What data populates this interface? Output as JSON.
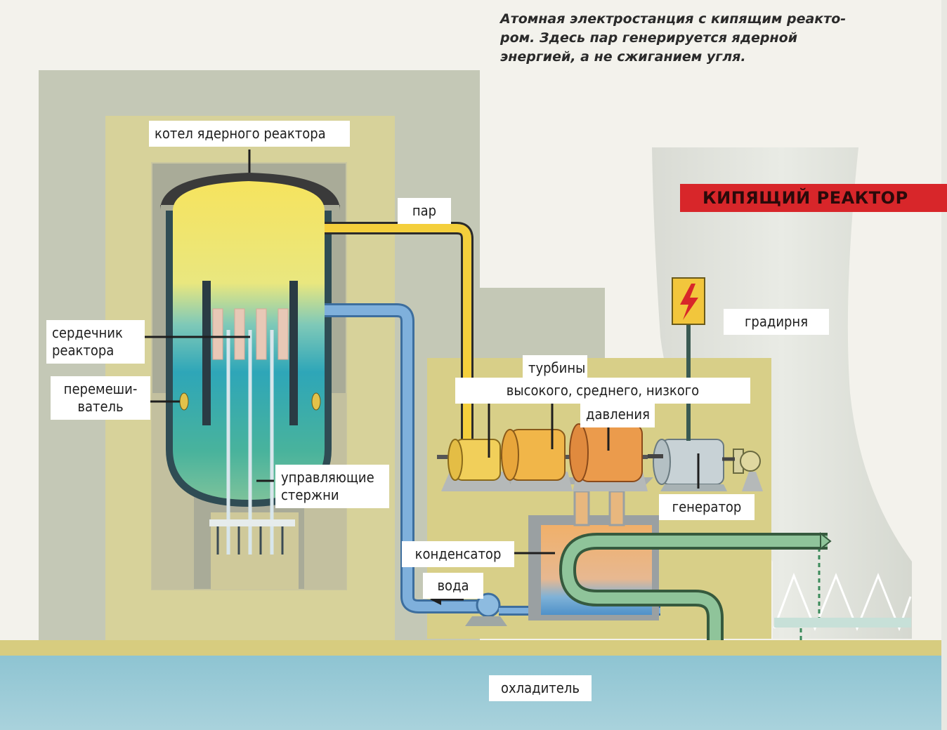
{
  "caption": "Атомная электростанция с кипящим реакто-\nром. Здесь пар генерируется ядерной\nэнергией, а не сжиганием угля.",
  "banner": "КИПЯЩИЙ РЕАКТОР",
  "labels": {
    "reactor_vessel": "котел ядерного реактора",
    "steam": "пар",
    "core": "сердечник\nреактора",
    "mixer": "перемеши-\nватель",
    "control_rods": "управляющие\nстержни",
    "turbines_title": "турбины",
    "turbines_pressures": "высокого, среднего, низкого",
    "turbines_pressure_word": "давления",
    "cooling_tower": "градирня",
    "generator": "генератор",
    "condenser": "конденсатор",
    "water": "вода",
    "coolant": "охладитель"
  },
  "colors": {
    "steam": "#f4cf3c",
    "water": "#6fa5d6",
    "coolant_loop": "#7fb88e",
    "banner": "#d8262a",
    "concrete": "#c7cab9",
    "ground": "#d9cf86",
    "sea": "#8fc1cf"
  },
  "icons": [
    "high-voltage-icon"
  ]
}
